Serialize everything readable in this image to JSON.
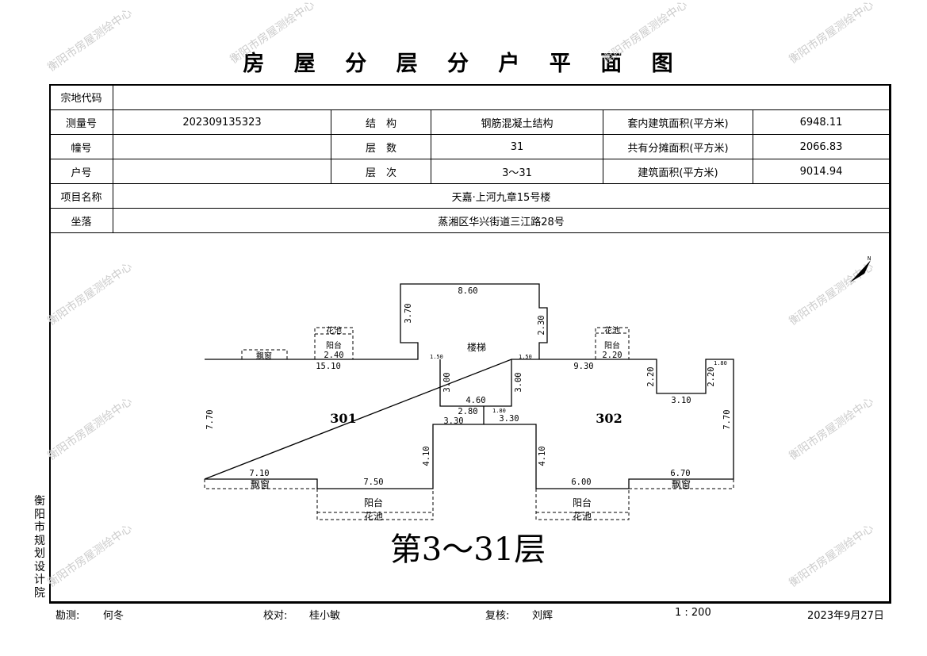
{
  "title": "房 屋 分 层 分 户 平 面 图",
  "watermark": "衡阳市房屋测绘中心",
  "info": {
    "parcel_code_label": "宗地代码",
    "parcel_code": "",
    "survey_no_label": "测量号",
    "survey_no": "202309135323",
    "structure_label": "结　构",
    "structure": "钢筋混凝土结构",
    "inner_area_label": "套内建筑面积(平方米)",
    "inner_area": "6948.11",
    "building_label": "幢号",
    "building": "",
    "floors_label": "层　数",
    "floors": "31",
    "shared_area_label": "共有分摊面积(平方米)",
    "shared_area": "2066.83",
    "unit_label": "户号",
    "unit": "",
    "floor_range_label": "层　次",
    "floor_range": "3～31",
    "total_area_label": "建筑面积(平方米)",
    "total_area": "9014.94",
    "project_label": "项目名称",
    "project": "天嘉·上河九章15号楼",
    "location_label": "坐落",
    "location": "蒸湘区华兴街道三江路28号"
  },
  "plan": {
    "unit_left": "301",
    "unit_right": "302",
    "stair": "楼梯",
    "balcony": "阳台",
    "bay_window": "飘窗",
    "planter": "花池",
    "floor_caption": "第3～31层",
    "dims": {
      "d860": "8.60",
      "d370": "3.70",
      "d230": "2.30",
      "d150": "1.50",
      "d1510": "15.10",
      "d240": "2.40",
      "d930": "9.30",
      "d220": "2.20",
      "d180": "1.80",
      "d300": "3.00",
      "d460": "4.60",
      "d280": "2.80",
      "d330": "3.30",
      "d310": "3.10",
      "d770": "7.70",
      "d410": "4.10",
      "d710": "7.10",
      "d750": "7.50",
      "d600": "6.00",
      "d670": "6.70"
    }
  },
  "side_org": "衡阳市规划设计院",
  "footer": {
    "surveyor_label": "勘测:",
    "surveyor": "何冬",
    "checker_label": "校对:",
    "checker": "桂小敏",
    "reviewer_label": "复核:",
    "reviewer": "刘辉",
    "scale": "1 : 200",
    "date": "2023年9月27日"
  }
}
